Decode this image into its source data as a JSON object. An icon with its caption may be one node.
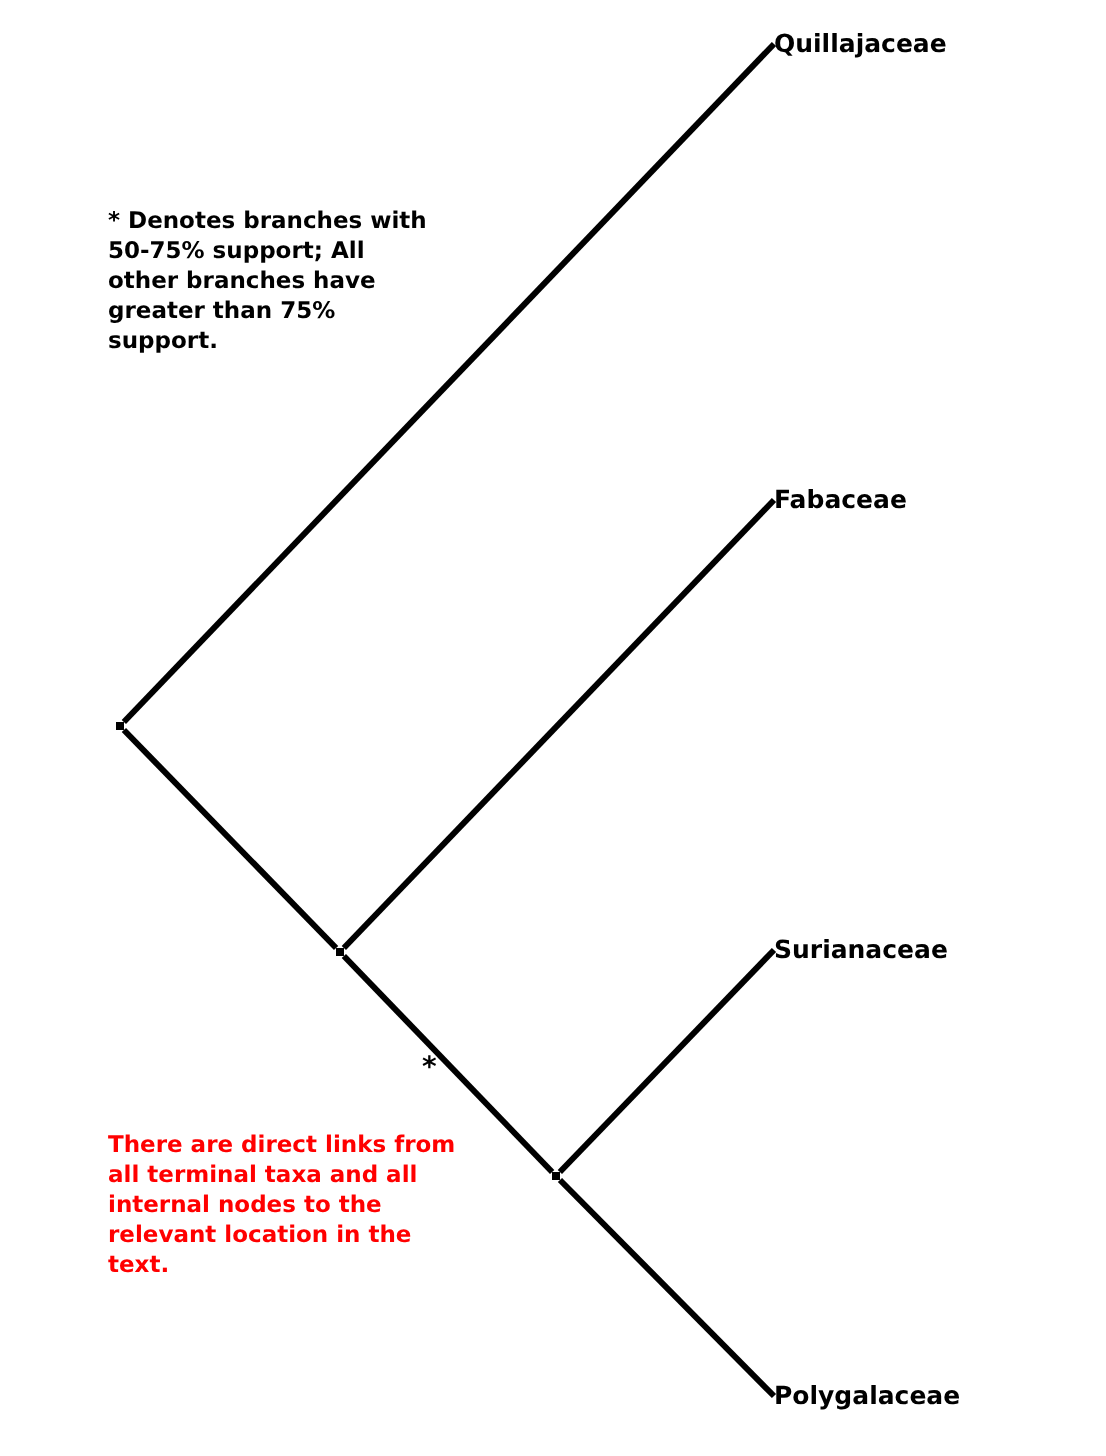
{
  "diagram": {
    "nodes": [
      {
        "text": [
          "Quillajaceae"
        ]
      },
      {
        "text": [
          "Fabaceae"
        ]
      },
      {
        "text": [
          "Surianaceae"
        ]
      },
      {
        "text": [
          "Polygalaceae"
        ]
      },
      {
        "text": [],
        "shape": "point"
      },
      {
        "text": [],
        "shape": "point"
      },
      {
        "text": [],
        "shape": "point"
      }
    ],
    "edges": [
      {
        "from": 4,
        "to": 0,
        "arrow": "none"
      },
      {
        "from": 4,
        "to": 5,
        "arrow": "none"
      },
      {
        "from": 5,
        "to": 1,
        "arrow": "none"
      },
      {
        "from": 5,
        "to": 6,
        "arrow": "none",
        "label": "*"
      },
      {
        "from": 6,
        "to": 2,
        "arrow": "none"
      },
      {
        "from": 6,
        "to": 3,
        "arrow": "none"
      }
    ],
    "labels": [
      "* Denotes branches with 50-75% support; All other branches have greater than 75% support.",
      "There are direct links from all terminal taxa and all internal nodes to the relevant location in the text."
    ]
  }
}
